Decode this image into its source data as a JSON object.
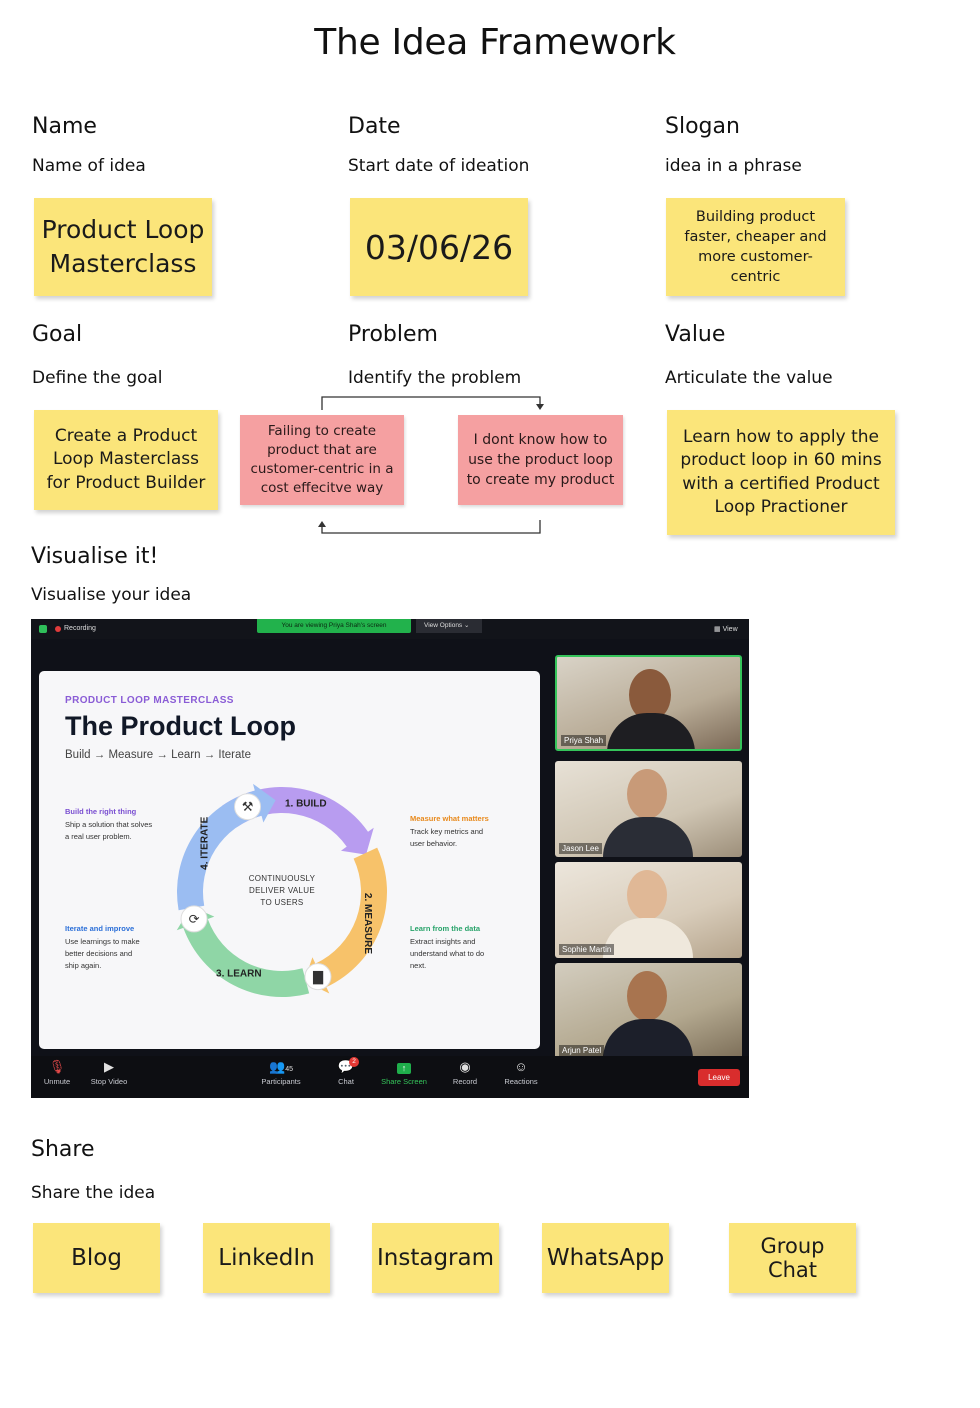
{
  "page": {
    "title": "The Idea Framework"
  },
  "name": {
    "heading": "Name",
    "prompt": "Name of idea",
    "sticky": "Product Loop Masterclass"
  },
  "date": {
    "heading": "Date",
    "prompt": "Start date of ideation",
    "sticky": "03/06/26"
  },
  "slogan": {
    "heading": "Slogan",
    "prompt": "idea in a phrase",
    "sticky": "Building product faster, cheaper and more customer-centric"
  },
  "goal": {
    "heading": "Goal",
    "prompt": "Define the goal",
    "sticky": "Create a Product Loop Masterclass for Product Builder"
  },
  "problem": {
    "heading": "Problem",
    "prompt": "Identify the problem",
    "note_left": "Failing to create product that are customer-centric in a cost effecitve way",
    "note_right": "I dont know how to use the product loop to create my product"
  },
  "value": {
    "heading": "Value",
    "prompt": "Articulate the value",
    "sticky": "Learn how to apply the product loop  in 60 mins with a certified Product Loop Practioner"
  },
  "visualise": {
    "heading": "Visualise it!",
    "prompt": "Visualise your idea"
  },
  "meeting": {
    "recording": "Recording",
    "viewing_banner": "You are viewing Priya Shah's screen",
    "view_options": "View Options",
    "view": "View",
    "slide": {
      "kicker": "PRODUCT LOOP MASTERCLASS",
      "title": "The Product Loop",
      "subtitle": "Build → Measure → Learn → Iterate",
      "center_text": [
        "CONTINUOUSLY",
        "DELIVER VALUE",
        "TO USERS"
      ],
      "stages": [
        "1. BUILD",
        "2. MEASURE",
        "3. LEARN",
        "4. ITERATE"
      ],
      "notes": [
        {
          "title": "Build the right thing",
          "lines": [
            "Ship a solution that solves",
            "a real user problem."
          ],
          "color": "#7a4fd1"
        },
        {
          "title": "Measure what matters",
          "lines": [
            "Track key metrics and",
            "user behavior."
          ],
          "color": "#e8891b"
        },
        {
          "title": "Iterate and improve",
          "lines": [
            "Use learnings to make",
            "better decisions and",
            "ship again."
          ],
          "color": "#2b6fd8"
        },
        {
          "title": "Learn from the data",
          "lines": [
            "Extract insights and",
            "understand what to do",
            "next."
          ],
          "color": "#28a36a"
        }
      ],
      "colors": {
        "build": "#b89cf0",
        "measure": "#f7c26a",
        "learn": "#8fd6a6",
        "iterate": "#9bbdf2"
      }
    },
    "participants": [
      "Priya Shah",
      "Jason Lee",
      "Sophie Martin",
      "Arjun Patel"
    ],
    "toolbar": {
      "unmute": "Unmute",
      "stop_video": "Stop Video",
      "participants": "Participants",
      "participants_count": "45",
      "chat": "Chat",
      "chat_badge": "2",
      "share_screen": "Share Screen",
      "record": "Record",
      "reactions": "Reactions",
      "leave": "Leave"
    }
  },
  "share": {
    "heading": "Share",
    "prompt": "Share the idea",
    "channels": [
      "Blog",
      "LinkedIn",
      "Instagram",
      "WhatsApp",
      "Group Chat"
    ]
  }
}
